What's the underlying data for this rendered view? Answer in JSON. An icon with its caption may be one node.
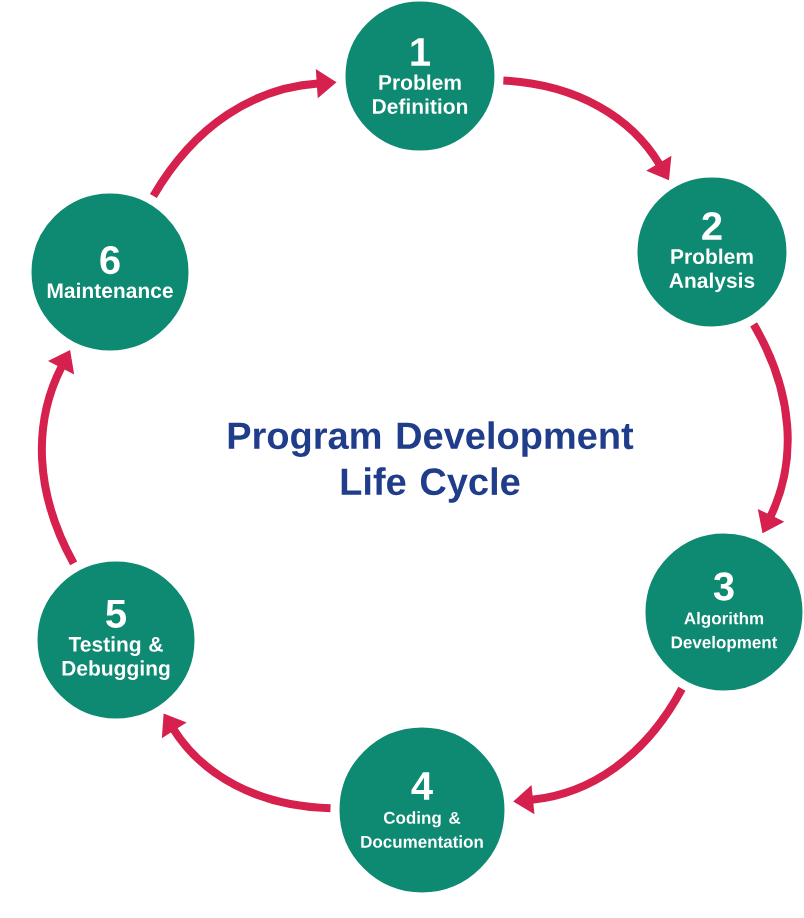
{
  "diagram": {
    "title": "Program Development Life Cycle",
    "nodes": [
      {
        "text": [
          "1",
          "Problem Definition"
        ]
      },
      {
        "text": [
          "2",
          "Problem Analysis"
        ]
      },
      {
        "text": [
          "3",
          "Algorithm Development"
        ]
      },
      {
        "text": [
          "4",
          "Coding & Documentation"
        ]
      },
      {
        "text": [
          "5",
          "Testing & Debugging"
        ]
      },
      {
        "text": [
          "6",
          "Maintenance"
        ]
      }
    ],
    "edges": [
      {
        "from": 0,
        "to": 1,
        "arrow": "to"
      },
      {
        "from": 1,
        "to": 2,
        "arrow": "to"
      },
      {
        "from": 2,
        "to": 3,
        "arrow": "to"
      },
      {
        "from": 3,
        "to": 4,
        "arrow": "to"
      },
      {
        "from": 4,
        "to": 5,
        "arrow": "to"
      },
      {
        "from": 5,
        "to": 0,
        "arrow": "to"
      }
    ]
  }
}
